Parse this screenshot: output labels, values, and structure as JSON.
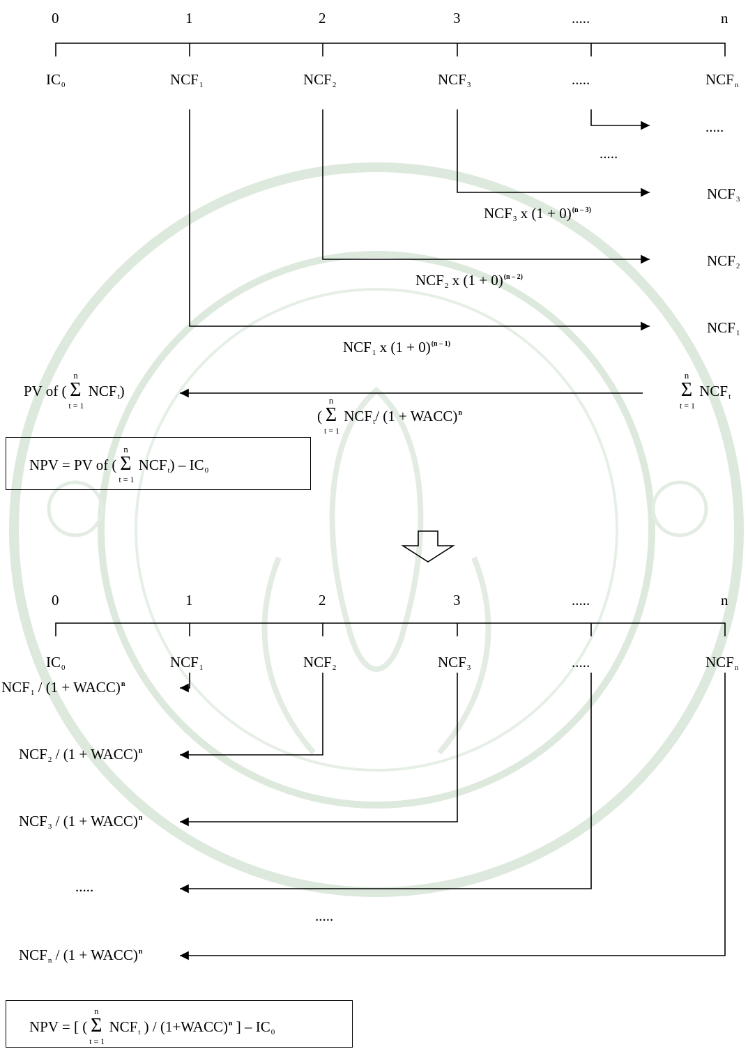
{
  "top_timeline": {
    "periods": [
      "0",
      "1",
      "2",
      "3",
      ".....",
      "n"
    ],
    "flows": [
      "IC",
      "NCF",
      "NCF",
      "NCF",
      ".....",
      "NCF"
    ],
    "flow_subs": [
      "0",
      "1",
      "2",
      "3",
      "",
      "n"
    ]
  },
  "compounding": {
    "dots_right": ".....",
    "dots_mid": ".....",
    "ncf3_right": "NCF",
    "ncf3_right_sub": "3",
    "ncf3_label": "NCF",
    "ncf3_label_sub": "3",
    "ncf3_label_mid": " x (1 + 0)",
    "ncf3_label_exp": "(n – 3)",
    "ncf2_right": "NCF",
    "ncf2_right_sub": "2",
    "ncf2_label": "NCF",
    "ncf2_label_sub": "2",
    "ncf2_label_mid": " x (1 + 0)",
    "ncf2_label_exp": "(n – 2)",
    "ncf1_right": "NCF",
    "ncf1_right_sub": "1",
    "ncf1_label": "NCF",
    "ncf1_label_sub": "1",
    "ncf1_label_mid": " x (1 + 0)",
    "ncf1_label_exp": "(n – 1)"
  },
  "pv_row": {
    "left_prefix": "PV of (",
    "sum_top": "n",
    "sum_bot": "t = 1",
    "ncf": " NCF",
    "ncf_sub": "t",
    "left_suffix": ")",
    "right_ncf": " NCF",
    "right_ncf_sub": "t",
    "mid_prefix": "(",
    "mid_suffix": "/ (1 + WACC)",
    "mid_exp": "n"
  },
  "npv_box1": {
    "prefix": "NPV  =  PV of (",
    "ncf": " NCF",
    "ncf_sub": "t",
    "suffix": ") – IC",
    "ic_sub": "0"
  },
  "bottom_timeline": {
    "periods": [
      "0",
      "1",
      "2",
      "3",
      ".....",
      "n"
    ],
    "flows": [
      "IC",
      "NCF",
      "NCF",
      "NCF",
      ".....",
      "NCF"
    ],
    "flow_subs": [
      "0",
      "1",
      "2",
      "3",
      "",
      "n"
    ]
  },
  "discounting": {
    "items": [
      {
        "ncf": "NCF",
        "sub": "1",
        "rest": " / (1 + WACC)",
        "exp": "n"
      },
      {
        "ncf": "NCF",
        "sub": "2",
        "rest": " / (1 + WACC)",
        "exp": "n"
      },
      {
        "ncf": "NCF",
        "sub": "3",
        "rest": " / (1 + WACC)",
        "exp": "n"
      },
      {
        "ncf": ".....",
        "sub": "",
        "rest": "",
        "exp": ""
      },
      {
        "ncf": "NCF",
        "sub": "n",
        "rest": " / (1 + WACC)",
        "exp": "n"
      }
    ],
    "dots_mid": "....."
  },
  "npv_box2": {
    "prefix": "NPV  = [ (",
    "ncf": " NCF",
    "ncf_sub": "t",
    "mid": " ) / (1+WACC)",
    "exp": "n",
    "suffix": " ] – IC",
    "ic_sub": "0"
  },
  "colors": {
    "line": "#000000",
    "watermark": "#dde9dd"
  }
}
